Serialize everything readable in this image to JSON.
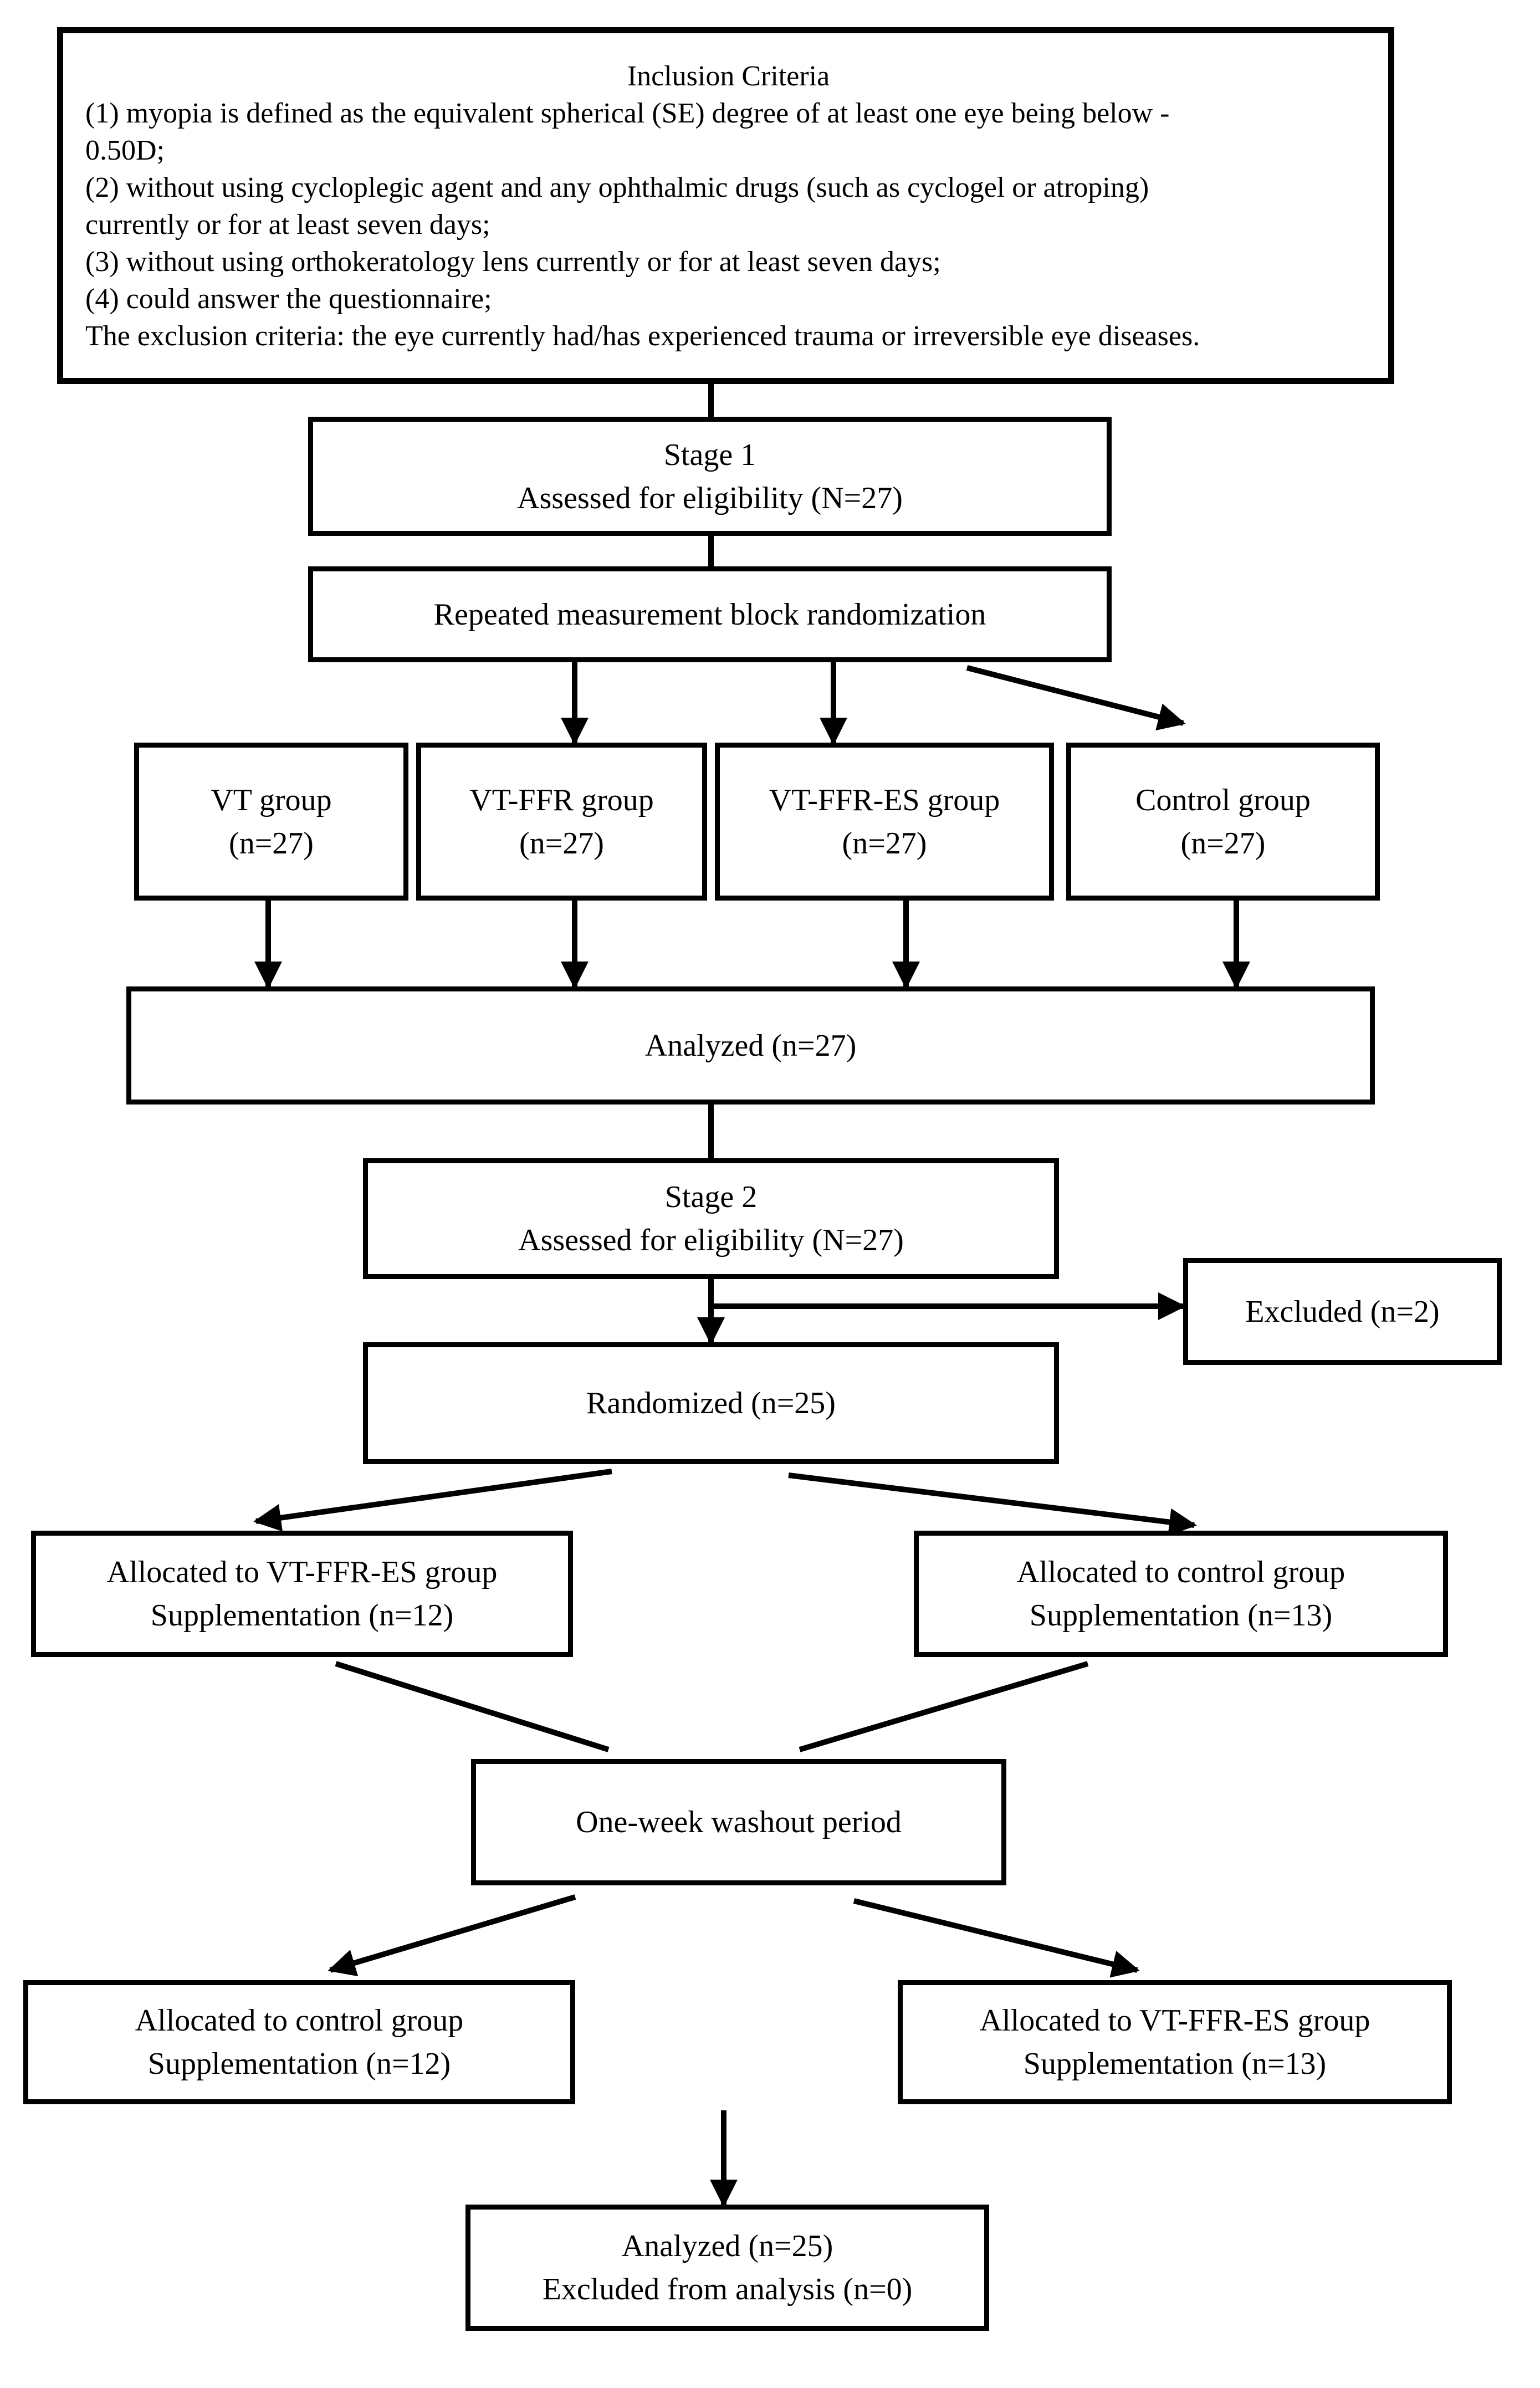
{
  "inclusion": {
    "title": "Inclusion Criteria",
    "lines": [
      "(1) myopia is defined as the equivalent spherical (SE) degree of at least one eye being below -",
      "0.50D;",
      "(2) without using cycloplegic agent and any ophthalmic drugs (such as cyclogel or atroping)",
      "currently or for at least seven days;",
      "(3) without using orthokeratology lens currently or for at least seven days;",
      "(4) could answer the questionnaire;",
      "The exclusion criteria: the eye currently had/has experienced trauma or irreversible eye diseases."
    ]
  },
  "stage1": {
    "title": "Stage 1",
    "line": "Assessed for eligibility (N=27)"
  },
  "randomization": "Repeated measurement block randomization",
  "groups": [
    {
      "name": "VT group",
      "n": "(n=27)"
    },
    {
      "name": "VT-FFR group",
      "n": "(n=27)"
    },
    {
      "name": "VT-FFR-ES group",
      "n": "(n=27)"
    },
    {
      "name": "Control group",
      "n": "(n=27)"
    }
  ],
  "analyzed1": "Analyzed (n=27)",
  "stage2": {
    "title": "Stage 2",
    "line": "Assessed for eligibility (N=27)"
  },
  "excluded": "Excluded (n=2)",
  "randomized": "Randomized (n=25)",
  "period1": {
    "left": {
      "line1": "Allocated to VT-FFR-ES group",
      "line2": "Supplementation (n=12)"
    },
    "right": {
      "line1": "Allocated to control group",
      "line2": "Supplementation (n=13)"
    }
  },
  "washout": "One-week washout period",
  "period2": {
    "left": {
      "line1": "Allocated to control group",
      "line2": "Supplementation (n=12)"
    },
    "right": {
      "line1": "Allocated to VT-FFR-ES group",
      "line2": "Supplementation (n=13)"
    }
  },
  "final": {
    "line1": "Analyzed (n=25)",
    "line2": "Excluded from analysis (n=0)"
  }
}
